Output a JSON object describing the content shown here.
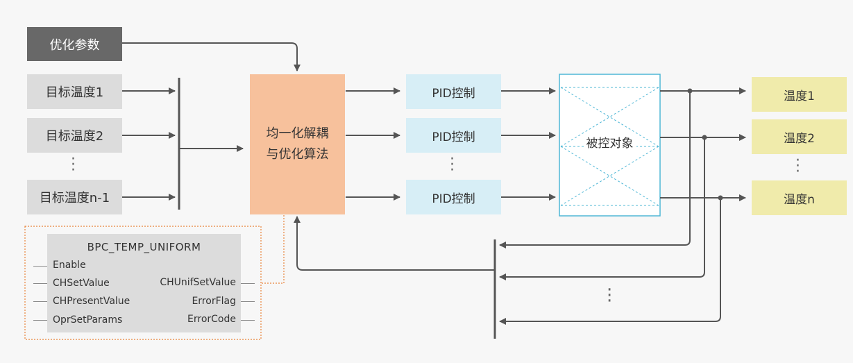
{
  "optimize_params": "优化参数",
  "targets": [
    "目标温度1",
    "目标温度2",
    "目标温度n-1"
  ],
  "algorithm": "均一化解耦\n与优化算法",
  "pid": [
    "PID控制",
    "PID控制",
    "PID控制"
  ],
  "plant": "被控对象",
  "temps": [
    "温度1",
    "温度2",
    "温度n"
  ],
  "function_block": {
    "title": "BPC_TEMP_UNIFORM",
    "inputs": [
      "Enable",
      "CHSetValue",
      "CHPresentValue",
      "OprSetParams"
    ],
    "outputs": [
      "CHUnifSetValue",
      "ErrorFlag",
      "ErrorCode"
    ]
  },
  "colors": {
    "line": "#555555",
    "optimize": "#686868",
    "target": "#dcdcdc",
    "algorithm": "#f7c19c",
    "pid": "#d7eef6",
    "plant_border": "#4fb7d6",
    "temp": "#f0ebab",
    "dashed_orange": "#e8833a"
  }
}
